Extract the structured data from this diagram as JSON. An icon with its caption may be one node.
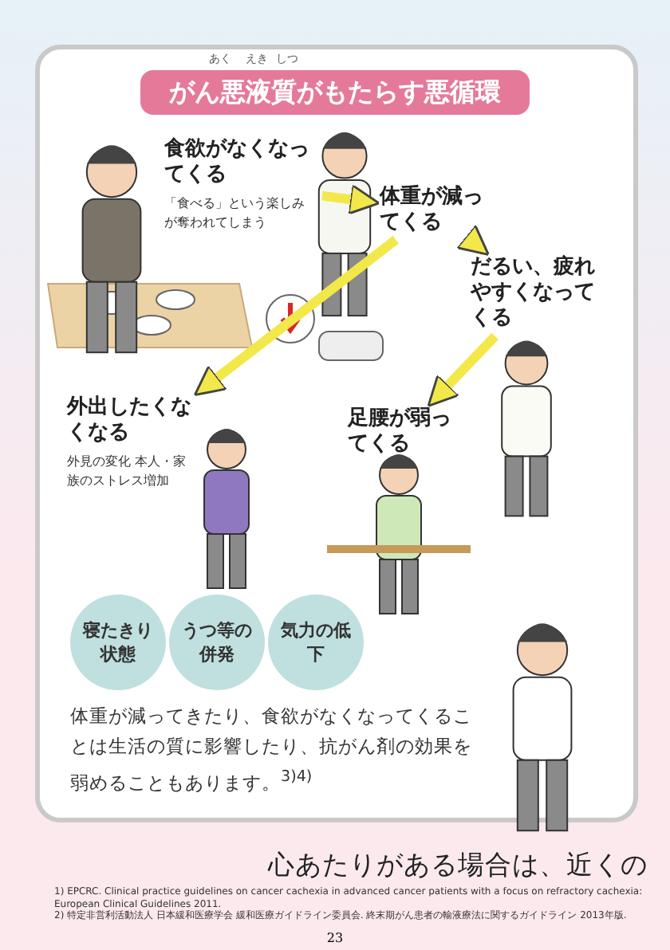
{
  "diagram": {
    "title": "がん悪液質がもたらす悪循環",
    "nodes": [
      {
        "text": [
          "食欲がなくなってくる",
          "「食べる」という楽しみが奪われてしまう"
        ]
      },
      {
        "text": [
          "体重が減ってくる"
        ]
      },
      {
        "text": [
          "だるい、疲れやすくなってくる"
        ]
      },
      {
        "text": [
          "足腰が弱ってくる"
        ]
      },
      {
        "text": [
          "外出したくなくなる",
          "外見の変化 本人・家族のストレス増加"
        ]
      },
      {
        "text": [
          "寝たきり状態"
        ]
      },
      {
        "text": [
          "うつ等の併発"
        ]
      },
      {
        "text": [
          "気力の低下"
        ]
      }
    ],
    "edges": [
      {
        "from": 0,
        "to": 1,
        "arrow": "to"
      },
      {
        "from": 1,
        "to": 2,
        "arrow": "to"
      },
      {
        "from": 1,
        "to": 4,
        "arrow": "to"
      },
      {
        "from": 2,
        "to": 3,
        "arrow": "to"
      }
    ],
    "labels": [
      "あく",
      "えき",
      "しつ",
      "体重が減ってきたり、食欲がなくなってくることは生活の質に影響したり、抗がん剤の効果を弱めることもあります。$^{3)4)}$",
      "心あたりがある場合は、近くの",
      "1) EPCRC. Clinical practice guidelines on cancer cachexia in advanced cancer patients with a focus on refractory cachexia: European Clinical Guidelines 2011.",
      "2) 特定非営利活動法人 日本緩和医療学会 緩和医療ガイドライン委員会. 終末期がん患者の輸液療法に関するガイドライン 2013年版.",
      "23"
    ]
  }
}
